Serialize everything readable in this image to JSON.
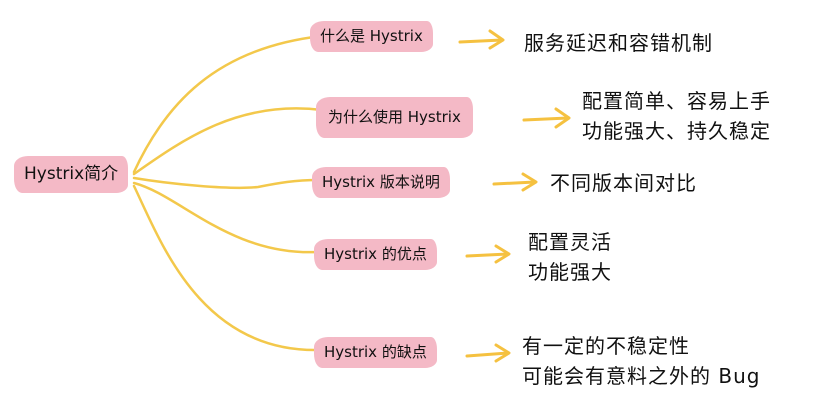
{
  "root": {
    "label": "Hystrix简介"
  },
  "branches": [
    {
      "label": "什么是 Hystrix",
      "details": [
        "服务延迟和容错机制"
      ]
    },
    {
      "label": "为什么使用 Hystrix",
      "details": [
        "配置简单、容易上手",
        "功能强大、持久稳定"
      ]
    },
    {
      "label": "Hystrix 版本说明",
      "details": [
        "不同版本间对比"
      ]
    },
    {
      "label": "Hystrix 的优点",
      "details": [
        "配置灵活",
        "功能强大"
      ]
    },
    {
      "label": "Hystrix 的缺点",
      "details": [
        "有一定的不稳定性",
        "可能会有意料之外的 Bug"
      ]
    }
  ],
  "colors": {
    "highlight": "#f4b9c6",
    "connector": "#f3c84b",
    "arrow": "#f5c140",
    "text": "#111111"
  }
}
